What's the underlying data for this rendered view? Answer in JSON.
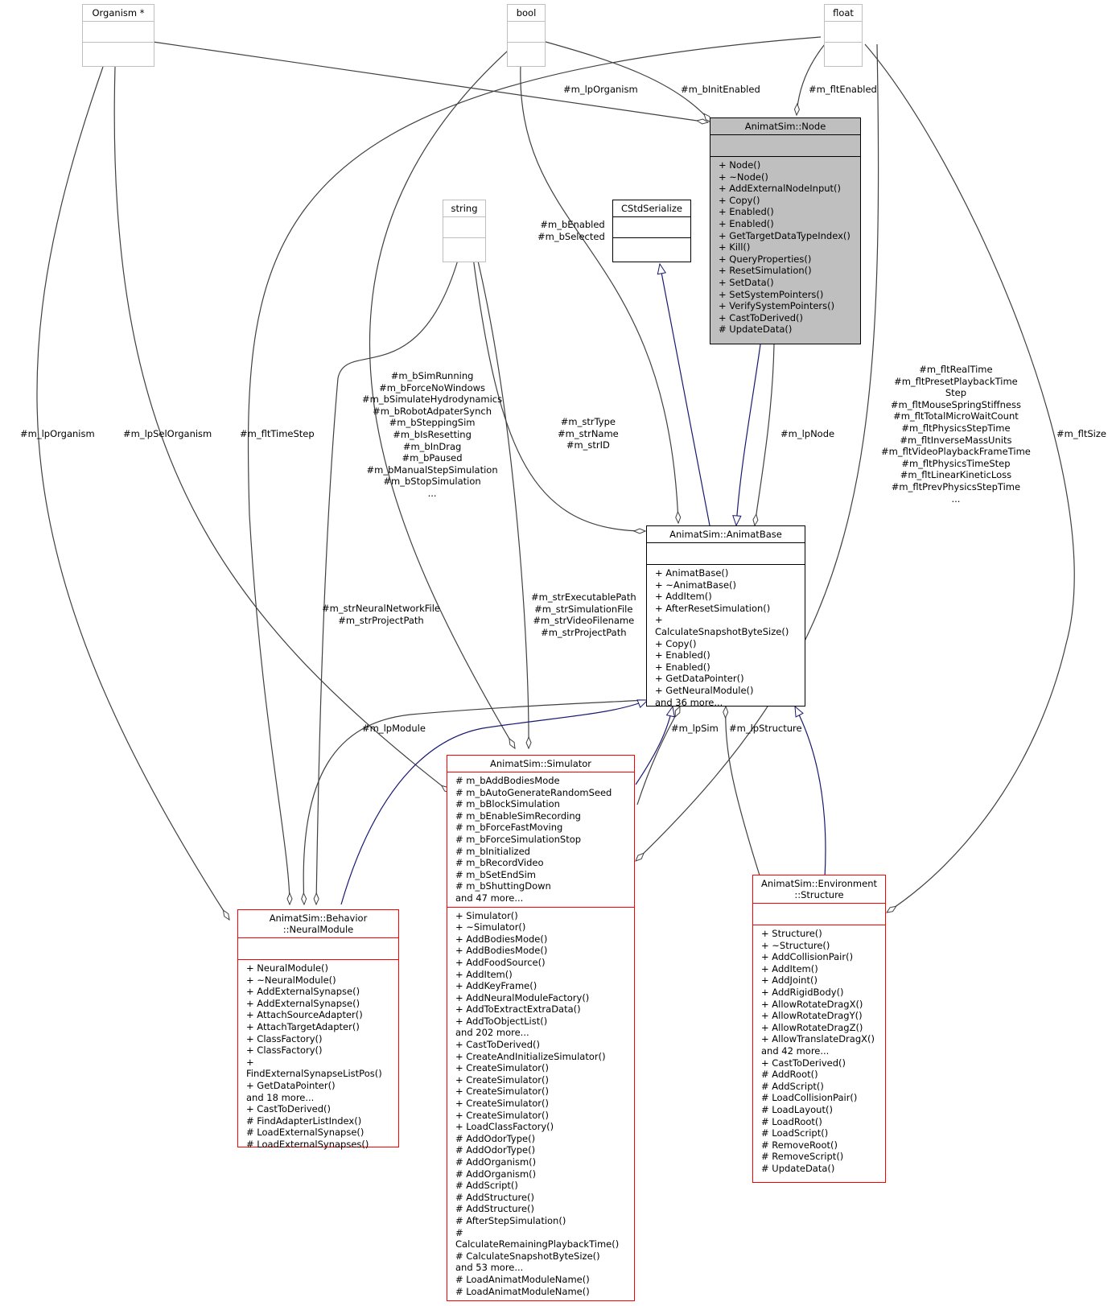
{
  "classes": {
    "organism": {
      "title": "Organism *",
      "attributes": "",
      "operations": ""
    },
    "bool": {
      "title": "bool",
      "attributes": "",
      "operations": ""
    },
    "float": {
      "title": "float",
      "attributes": "",
      "operations": ""
    },
    "string": {
      "title": "string",
      "attributes": "",
      "operations": ""
    },
    "cstdserialize": {
      "title": "CStdSerialize",
      "attributes": "",
      "operations": ""
    },
    "node": {
      "title": "AnimatSim::Node",
      "attributes": "",
      "operations": "+ Node()\n+ ~Node()\n+ AddExternalNodeInput()\n+ Copy()\n+ Enabled()\n+ Enabled()\n+ GetTargetDataTypeIndex()\n+ Kill()\n+ QueryProperties()\n+ ResetSimulation()\n+ SetData()\n+ SetSystemPointers()\n+ VerifySystemPointers()\n+ CastToDerived()\n# UpdateData()"
    },
    "animatbase": {
      "title": "AnimatSim::AnimatBase",
      "attributes": "",
      "operations": "+ AnimatBase()\n+ ~AnimatBase()\n+ AddItem()\n+ AfterResetSimulation()\n+ CalculateSnapshotByteSize()\n+ Copy()\n+ Enabled()\n+ Enabled()\n+ GetDataPointer()\n+ GetNeuralModule()\nand 36 more..."
    },
    "simulator": {
      "title": "AnimatSim::Simulator",
      "attributes": "# m_bAddBodiesMode\n# m_bAutoGenerateRandomSeed\n# m_bBlockSimulation\n# m_bEnableSimRecording\n# m_bForceFastMoving\n# m_bForceSimulationStop\n# m_bInitialized\n# m_bRecordVideo\n# m_bSetEndSim\n# m_bShuttingDown\nand 47 more...",
      "operations": "+ Simulator()\n+ ~Simulator()\n+ AddBodiesMode()\n+ AddBodiesMode()\n+ AddFoodSource()\n+ AddItem()\n+ AddKeyFrame()\n+ AddNeuralModuleFactory()\n+ AddToExtractExtraData()\n+ AddToObjectList()\nand 202 more...\n+ CastToDerived()\n+ CreateAndInitializeSimulator()\n+ CreateSimulator()\n+ CreateSimulator()\n+ CreateSimulator()\n+ CreateSimulator()\n+ CreateSimulator()\n+ LoadClassFactory()\n# AddOdorType()\n# AddOdorType()\n# AddOrganism()\n# AddOrganism()\n# AddScript()\n# AddStructure()\n# AddStructure()\n# AfterStepSimulation()\n# CalculateRemainingPlaybackTime()\n# CalculateSnapshotByteSize()\nand 53 more...\n# LoadAnimatModuleName()\n# LoadAnimatModuleName()"
    },
    "neuralmodule": {
      "title": "AnimatSim::Behavior\n::NeuralModule",
      "attributes": "",
      "operations": "+ NeuralModule()\n+ ~NeuralModule()\n+ AddExternalSynapse()\n+ AddExternalSynapse()\n+ AttachSourceAdapter()\n+ AttachTargetAdapter()\n+ ClassFactory()\n+ ClassFactory()\n+ FindExternalSynapseListPos()\n+ GetDataPointer()\nand 18 more...\n+ CastToDerived()\n# FindAdapterListIndex()\n# LoadExternalSynapse()\n# LoadExternalSynapses()"
    },
    "structure": {
      "title": "AnimatSim::Environment\n::Structure",
      "attributes": "",
      "operations": "+ Structure()\n+ ~Structure()\n+ AddCollisionPair()\n+ AddItem()\n+ AddJoint()\n+ AddRigidBody()\n+ AllowRotateDragX()\n+ AllowRotateDragY()\n+ AllowRotateDragZ()\n+ AllowTranslateDragX()\nand 42 more...\n+ CastToDerived()\n# AddRoot()\n# AddScript()\n# LoadCollisionPair()\n# LoadLayout()\n# LoadRoot()\n# LoadScript()\n# RemoveRoot()\n# RemoveScript()\n# UpdateData()"
    }
  },
  "edge_labels": {
    "node_organism": "#m_lpOrganism",
    "node_initenabled": "#m_bInitEnabled",
    "node_fltenabled": "#m_fltEnabled",
    "base_bool": "#m_bEnabled\n#m_bSelected",
    "base_string": "#m_strType\n#m_strName\n#m_strID",
    "base_node": "#m_lpNode",
    "sim_bool": "#m_bSimRunning\n#m_bForceNoWindows\n#m_bSimulateHydrodynamics\n#m_bRobotAdpaterSynch\n#m_bSteppingSim\n#m_bIsResetting\n#m_bInDrag\n#m_bPaused\n#m_bManualStepSimulation\n#m_bStopSimulation\n...",
    "sim_float": "#m_fltRealTime\n#m_fltPresetPlaybackTime\nStep\n#m_fltMouseSpringStiffness\n#m_fltTotalMicroWaitCount\n#m_fltPhysicsStepTime\n#m_fltInverseMassUnits\n#m_fltVideoPlaybackFrameTime\n#m_fltPhysicsTimeStep\n#m_fltLinearKineticLoss\n#m_fltPrevPhysicsStepTime\n...",
    "sim_string": "#m_strExecutablePath\n#m_strSimulationFile\n#m_strVideoFilename\n#m_strProjectPath",
    "sim_organism": "#m_lpSelOrganism",
    "nm_organism": "#m_lpOrganism",
    "nm_float": "#m_fltTimeStep",
    "nm_string": "#m_strNeuralNetworkFile\n#m_strProjectPath",
    "nm_module": "#m_lpModule",
    "base_sim": "#m_lpSim",
    "base_structure": "#m_lpStructure",
    "struct_float": "#m_fltSize"
  },
  "colors": {
    "inheritance": "#191970",
    "association": "#404040",
    "derived_border": "#ff0000",
    "undoc_border": "#bfbfbf",
    "focus_fill": "#bfbfbf"
  }
}
